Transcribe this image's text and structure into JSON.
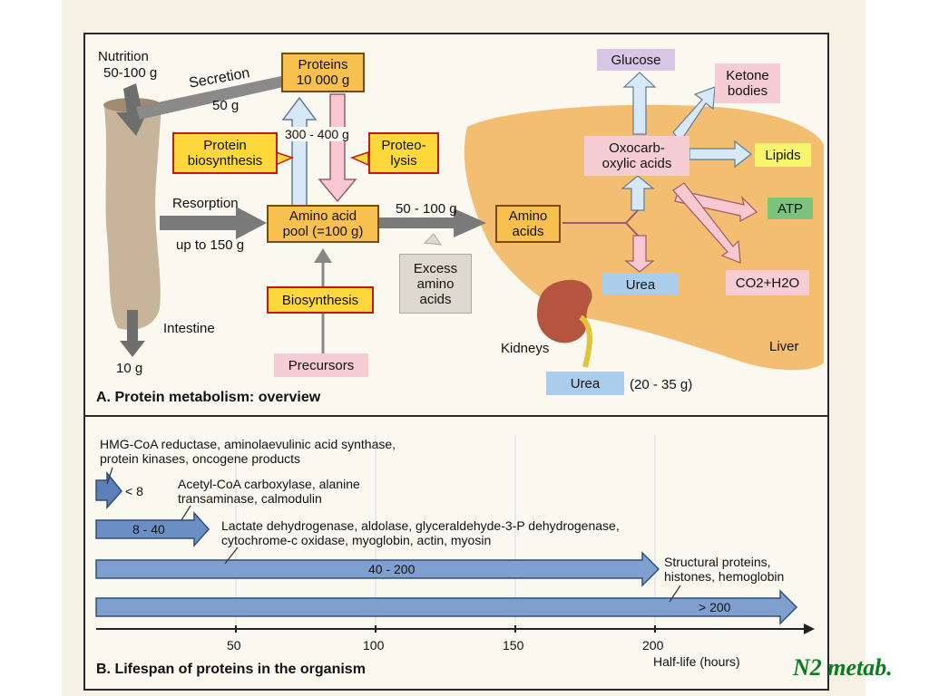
{
  "panel_a": {
    "title": "A. Protein metabolism: overview",
    "nutrition": "Nutrition",
    "nutrition_amount": "50-100 g",
    "secretion": "Secretion",
    "secretion_amount": "50 g",
    "proteins_line1": "Proteins",
    "proteins_line2": "10 000 g",
    "turnover": "300 - 400 g",
    "protein_biosynthesis_line1": "Protein",
    "protein_biosynthesis_line2": "biosynthesis",
    "proteolysis_line1": "Proteo-",
    "proteolysis_line2": "lysis",
    "resorption": "Resorption",
    "resorption_amount": "up to 150 g",
    "pool_line1": "Amino acid",
    "pool_line2": "pool (=100 g)",
    "transfer_amount": "50 - 100 g",
    "excess_line1": "Excess",
    "excess_line2": "amino",
    "excess_line3": "acids",
    "biosynthesis": "Biosynthesis",
    "precursors": "Precursors",
    "intestine": "Intestine",
    "fecal_amount": "10 g",
    "liver_amino_line1": "Amino",
    "liver_amino_line2": "acids",
    "oxo_line1": "Oxocarb-",
    "oxo_line2": "oxylic acids",
    "glucose": "Glucose",
    "ketone_line1": "Ketone",
    "ketone_line2": "bodies",
    "lipids": "Lipids",
    "atp": "ATP",
    "co2_h2o": "CO2+H2O",
    "urea_liver": "Urea",
    "kidneys": "Kidneys",
    "liver": "Liver",
    "urea_out": "Urea",
    "urea_amount": "(20 - 35 g)"
  },
  "panel_b": {
    "title": "B. Lifespan of proteins in the organism",
    "axis_label": "Half-life (hours)",
    "ticks": [
      "50",
      "100",
      "150",
      "200"
    ],
    "group1_line1": "HMG-CoA reductase, aminolaevulinic acid synthase,",
    "group1_line2": "protein kinases, oncogene products",
    "group2_line1": "Acetyl-CoA carboxylase, alanine",
    "group2_line2": "transaminase, calmodulin",
    "group3_line1": "Lactate dehydrogenase, aldolase, glyceraldehyde-3-P dehydrogenase,",
    "group3_line2": "cytochrome-c oxidase, myoglobin, actin, myosin",
    "group4_line1": "Structural proteins,",
    "group4_line2": "histones, hemoglobin",
    "range1": "< 8",
    "range2": "8 - 40",
    "range3": "40 - 200",
    "range4": "> 200"
  },
  "footer_brand": "N2 metab."
}
